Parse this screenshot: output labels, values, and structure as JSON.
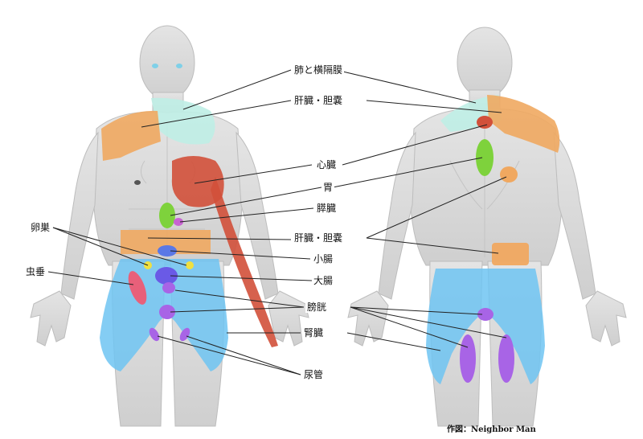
{
  "labels": {
    "lungs_diaphragm": "肺と横隔膜",
    "liver_gallbladder_upper": "肝臓・胆嚢",
    "heart": "心臓",
    "stomach": "胃",
    "pancreas": "膵臓",
    "liver_gallbladder_lower": "肝臓・胆嚢",
    "small_intestine": "小腸",
    "large_intestine": "大腸",
    "bladder": "膀胱",
    "kidney": "腎臓",
    "ureter": "尿管",
    "ovary": "卵巣",
    "appendix": "虫垂"
  },
  "credit": "作図：Neighbor Man",
  "colors": {
    "body": "#d9d9d9",
    "lungs_diaphragm": "#bfeee6",
    "liver_gallbladder": "#f0a860",
    "heart": "#d2503a",
    "stomach": "#7ed23c",
    "pancreas": "#c864d2",
    "small_intestine": "#5a78e6",
    "large_intestine": "#6a5ae6",
    "bladder": "#a864e6",
    "kidney": "#a864e6",
    "ureter": "#a864e6",
    "ovary": "#f0e040",
    "appendix": "#e8607a",
    "lower_region": "#6ec4f2"
  }
}
